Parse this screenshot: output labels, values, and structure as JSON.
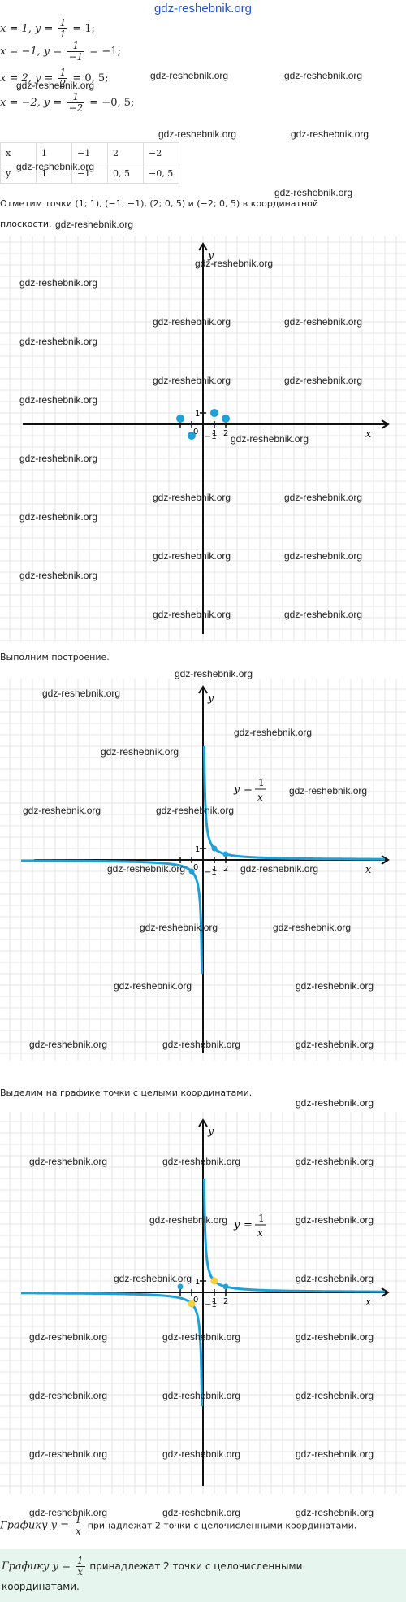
{
  "header": {
    "site": "gdz-reshebnik.org"
  },
  "watermark": "gdz-reshebnik.org",
  "calc": [
    {
      "x": "1",
      "y_num": "1",
      "y_den": "1",
      "result": "1;"
    },
    {
      "x": "−1",
      "y_num": "1",
      "y_den": "−1",
      "result": "−1;"
    },
    {
      "x": "2",
      "y_num": "1",
      "y_den": "2",
      "result": "0, 5;"
    },
    {
      "x": "−2",
      "y_num": "1",
      "y_den": "−2",
      "result": "−0, 5;"
    }
  ],
  "value_table": {
    "rows": [
      [
        "x",
        "1",
        "−1",
        "2",
        "−2"
      ],
      [
        "y",
        "1",
        "−1",
        "0, 5",
        "−0, 5"
      ]
    ]
  },
  "text": {
    "mark_points_1": "Отметим точки (1; 1), (−1; −1), (2; 0, 5) и (−2; 0, 5) в координатной",
    "mark_points_2": "плоскости.",
    "build": "Выполним построение.",
    "highlight": "Выделим на графике точки с целыми координатами.",
    "conclusion_pre": "Графику  y  =",
    "conclusion_post": "принадлежат 2 точки с целочисленными координатами.",
    "answer_pre": "Графику  y  =",
    "answer_post": "принадлежат 2 точки с целочисленными",
    "answer_post2": "координатами.",
    "frac_num": "1",
    "frac_den": "x"
  },
  "axes": {
    "x_label": "x",
    "y_label": "y",
    "origin": "0",
    "tick_1": "1",
    "tick_2": "2",
    "tick_m1": "−1"
  },
  "graph_label": {
    "y": "y",
    "eq": "=",
    "num": "1",
    "den": "x"
  },
  "colors": {
    "curve": "#1ea0d8",
    "point": "#1ea0d8",
    "highlight": "#f2d23a",
    "grid": "#e5e5e5",
    "answer_bg": "#e6f6ee"
  },
  "chart_data": [
    {
      "type": "scatter",
      "points": [
        [
          1,
          1
        ],
        [
          -1,
          -1
        ],
        [
          2,
          0.5
        ],
        [
          -2,
          0.5
        ]
      ]
    },
    {
      "type": "line",
      "function": "y = 1/x",
      "x_range": [
        -5,
        5
      ]
    },
    {
      "type": "line",
      "function": "y = 1/x",
      "highlighted_points": [
        [
          1,
          1
        ],
        [
          -1,
          -1
        ]
      ]
    }
  ]
}
